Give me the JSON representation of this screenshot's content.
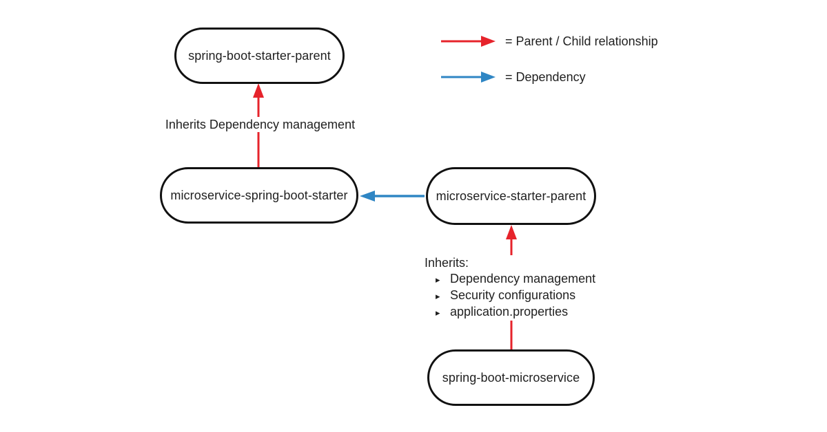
{
  "colors": {
    "parent_child": "#e6232b",
    "dependency": "#2f86c4",
    "node_border": "#111111",
    "text": "#1f1f1f",
    "background": "#ffffff"
  },
  "nodes": {
    "spring_boot_starter_parent": "spring-boot-starter-parent",
    "microservice_spring_boot_starter": "microservice-spring-boot-starter",
    "microservice_starter_parent": "microservice-starter-parent",
    "spring_boot_microservice": "spring-boot-microservice"
  },
  "edge_labels": {
    "inherits_dependency_management": "Inherits Dependency management",
    "inherits_list": {
      "title": "Inherits:",
      "bullet_icon": "▸",
      "items": [
        "Dependency management",
        "Security configurations",
        "application.properties"
      ]
    }
  },
  "legend": {
    "parent_child": "= Parent / Child relationship",
    "dependency": "= Dependency"
  }
}
